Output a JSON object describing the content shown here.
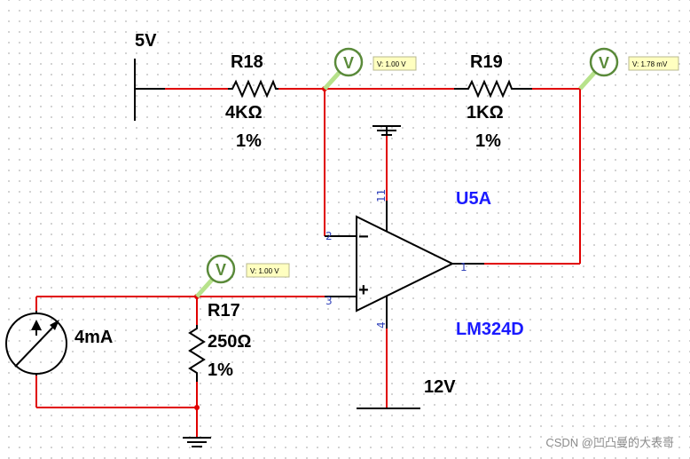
{
  "supply": {
    "vin": "5V",
    "vcc": "12V"
  },
  "resistors": {
    "r18": {
      "name": "R18",
      "value": "4KΩ",
      "tol": "1%"
    },
    "r19": {
      "name": "R19",
      "value": "1KΩ",
      "tol": "1%"
    },
    "r17": {
      "name": "R17",
      "value": "250Ω",
      "tol": "1%"
    }
  },
  "source": {
    "value": "4mA"
  },
  "opamp": {
    "ref": "U5A",
    "part": "LM324D",
    "pins": {
      "inv": "2",
      "noninv": "3",
      "out": "1",
      "vpos": "11",
      "vneg": "4"
    },
    "minus": "−",
    "plus": "+"
  },
  "probes": {
    "p1": {
      "glyph": "V",
      "reading": "V: 1.00 V"
    },
    "p2": {
      "glyph": "V",
      "reading": "V: 1.78 mV"
    },
    "p3": {
      "glyph": "V",
      "reading": "V: 1.00 V"
    }
  },
  "watermark": "CSDN @凹凸曼的大表哥",
  "colors": {
    "wire": "#e00000",
    "component": "#000000",
    "probe": "#5a8a3a",
    "probe_label_bg": "#ffffc0",
    "net_label": "#1a1aff"
  }
}
